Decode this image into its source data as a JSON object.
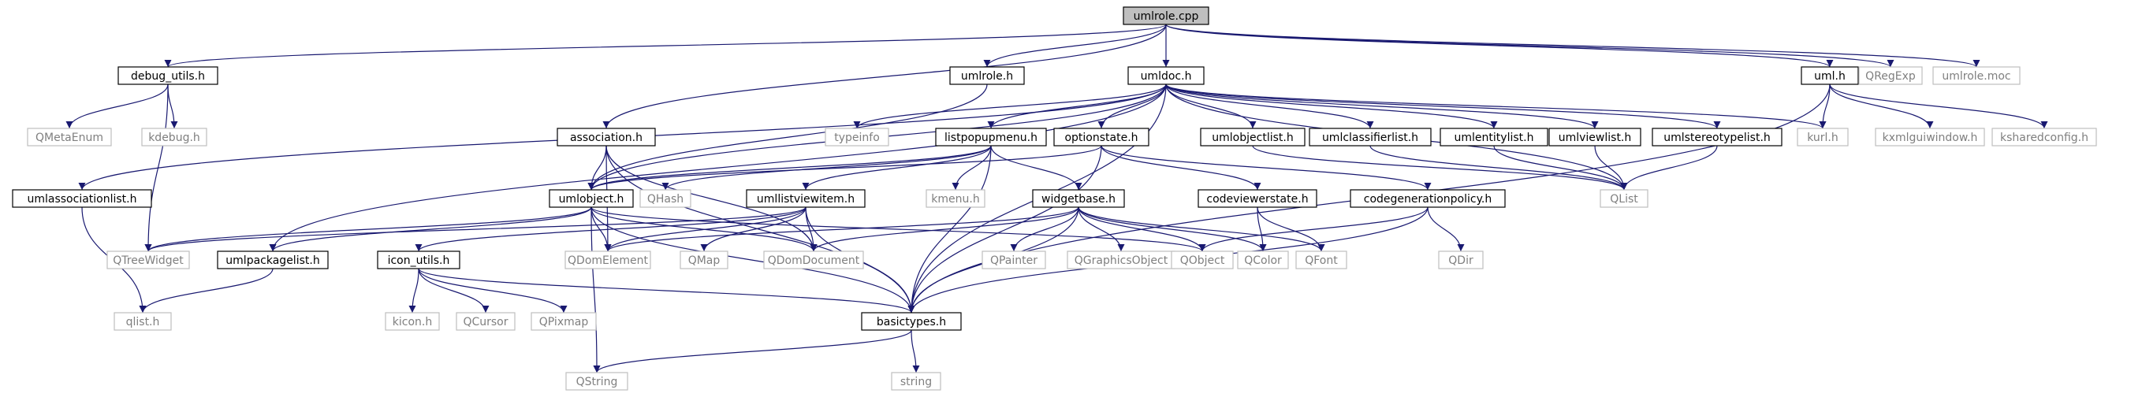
{
  "colors": {
    "edge": "#191970",
    "root_fill": "#bfbfbf",
    "local_border": "#000000",
    "external_border": "#bfbfbf",
    "external_text": "#7f7f7f"
  },
  "nodes": [
    {
      "id": "umlrole_cpp",
      "label": "umlrole.cpp",
      "kind": "root"
    },
    {
      "id": "debug_utils_h",
      "label": "debug_utils.h",
      "kind": "local"
    },
    {
      "id": "umlrole_h",
      "label": "umlrole.h",
      "kind": "local"
    },
    {
      "id": "umldoc_h",
      "label": "umldoc.h",
      "kind": "local"
    },
    {
      "id": "uml_h",
      "label": "uml.h",
      "kind": "local"
    },
    {
      "id": "qregexp",
      "label": "QRegExp",
      "kind": "external"
    },
    {
      "id": "umlrole_moc",
      "label": "umlrole.moc",
      "kind": "external"
    },
    {
      "id": "qmetaenum",
      "label": "QMetaEnum",
      "kind": "external"
    },
    {
      "id": "kdebug_h",
      "label": "kdebug.h",
      "kind": "external"
    },
    {
      "id": "typeinfo",
      "label": "typeinfo",
      "kind": "external"
    },
    {
      "id": "association_h",
      "label": "association.h",
      "kind": "local"
    },
    {
      "id": "listpopupmenu_h",
      "label": "listpopupmenu.h",
      "kind": "local"
    },
    {
      "id": "optionstate_h",
      "label": "optionstate.h",
      "kind": "local"
    },
    {
      "id": "umlobjectlist_h",
      "label": "umlobjectlist.h",
      "kind": "local"
    },
    {
      "id": "umlclassifierlist_h",
      "label": "umlclassifierlist.h",
      "kind": "local"
    },
    {
      "id": "umlentitylist_h",
      "label": "umlentitylist.h",
      "kind": "local"
    },
    {
      "id": "umlviewlist_h",
      "label": "umlviewlist.h",
      "kind": "local"
    },
    {
      "id": "umlstereotypelist_h",
      "label": "umlstereotypelist.h",
      "kind": "local"
    },
    {
      "id": "kurl_h",
      "label": "kurl.h",
      "kind": "external"
    },
    {
      "id": "kxmlguiwindow_h",
      "label": "kxmlguiwindow.h",
      "kind": "external"
    },
    {
      "id": "ksharedconfig_h",
      "label": "ksharedconfig.h",
      "kind": "external"
    },
    {
      "id": "umlassociationlist_h",
      "label": "umlassociationlist.h",
      "kind": "local"
    },
    {
      "id": "umlobject_h",
      "label": "umlobject.h",
      "kind": "local"
    },
    {
      "id": "qhash",
      "label": "QHash",
      "kind": "external"
    },
    {
      "id": "umllistviewitem_h",
      "label": "umllistviewitem.h",
      "kind": "local"
    },
    {
      "id": "kmenu_h",
      "label": "kmenu.h",
      "kind": "external"
    },
    {
      "id": "widgetbase_h",
      "label": "widgetbase.h",
      "kind": "local"
    },
    {
      "id": "codeviewerstate_h",
      "label": "codeviewerstate.h",
      "kind": "local"
    },
    {
      "id": "codegenerationpolicy_h",
      "label": "codegenerationpolicy.h",
      "kind": "local"
    },
    {
      "id": "qlist",
      "label": "QList",
      "kind": "external"
    },
    {
      "id": "qtreewidget",
      "label": "QTreeWidget",
      "kind": "external"
    },
    {
      "id": "umlpackagelist_h",
      "label": "umlpackagelist.h",
      "kind": "local"
    },
    {
      "id": "icon_utils_h",
      "label": "icon_utils.h",
      "kind": "local"
    },
    {
      "id": "qdomelement",
      "label": "QDomElement",
      "kind": "external"
    },
    {
      "id": "qmap",
      "label": "QMap",
      "kind": "external"
    },
    {
      "id": "qdomdocument",
      "label": "QDomDocument",
      "kind": "external"
    },
    {
      "id": "qpainter",
      "label": "QPainter",
      "kind": "external"
    },
    {
      "id": "qgraphicsobject",
      "label": "QGraphicsObject",
      "kind": "external"
    },
    {
      "id": "qobject",
      "label": "QObject",
      "kind": "external"
    },
    {
      "id": "qcolor",
      "label": "QColor",
      "kind": "external"
    },
    {
      "id": "qfont",
      "label": "QFont",
      "kind": "external"
    },
    {
      "id": "qdir",
      "label": "QDir",
      "kind": "external"
    },
    {
      "id": "qlist_h",
      "label": "qlist.h",
      "kind": "external"
    },
    {
      "id": "kicon_h",
      "label": "kicon.h",
      "kind": "external"
    },
    {
      "id": "qcursor",
      "label": "QCursor",
      "kind": "external"
    },
    {
      "id": "qpixmap",
      "label": "QPixmap",
      "kind": "external"
    },
    {
      "id": "basictypes_h",
      "label": "basictypes.h",
      "kind": "local"
    },
    {
      "id": "qstring",
      "label": "QString",
      "kind": "external"
    },
    {
      "id": "string",
      "label": "string",
      "kind": "external"
    }
  ],
  "edges": [
    [
      "umlrole_cpp",
      "debug_utils_h"
    ],
    [
      "umlrole_cpp",
      "umlrole_h"
    ],
    [
      "umlrole_cpp",
      "umldoc_h"
    ],
    [
      "umlrole_cpp",
      "uml_h"
    ],
    [
      "umlrole_cpp",
      "qregexp"
    ],
    [
      "umlrole_cpp",
      "umlrole_moc"
    ],
    [
      "umlrole_cpp",
      "association_h"
    ],
    [
      "debug_utils_h",
      "qmetaenum"
    ],
    [
      "debug_utils_h",
      "kdebug_h"
    ],
    [
      "debug_utils_h",
      "qtreewidget"
    ],
    [
      "umlrole_h",
      "umlobject_h"
    ],
    [
      "umldoc_h",
      "typeinfo"
    ],
    [
      "umldoc_h",
      "listpopupmenu_h"
    ],
    [
      "umldoc_h",
      "optionstate_h"
    ],
    [
      "umldoc_h",
      "umlobjectlist_h"
    ],
    [
      "umldoc_h",
      "umlclassifierlist_h"
    ],
    [
      "umldoc_h",
      "umlentitylist_h"
    ],
    [
      "umldoc_h",
      "umlviewlist_h"
    ],
    [
      "umldoc_h",
      "umlstereotypelist_h"
    ],
    [
      "umldoc_h",
      "kurl_h"
    ],
    [
      "umldoc_h",
      "umlassociationlist_h"
    ],
    [
      "umldoc_h",
      "umlpackagelist_h"
    ],
    [
      "umldoc_h",
      "umlobject_h"
    ],
    [
      "umldoc_h",
      "basictypes_h"
    ],
    [
      "umldoc_h",
      "qlist"
    ],
    [
      "uml_h",
      "kurl_h"
    ],
    [
      "uml_h",
      "kxmlguiwindow_h"
    ],
    [
      "uml_h",
      "ksharedconfig_h"
    ],
    [
      "uml_h",
      "basictypes_h"
    ],
    [
      "association_h",
      "umlobject_h"
    ],
    [
      "association_h",
      "qdomelement"
    ],
    [
      "association_h",
      "qdomdocument"
    ],
    [
      "association_h",
      "basictypes_h"
    ],
    [
      "listpopupmenu_h",
      "umlobject_h"
    ],
    [
      "listpopupmenu_h",
      "qhash"
    ],
    [
      "listpopupmenu_h",
      "umllistviewitem_h"
    ],
    [
      "listpopupmenu_h",
      "kmenu_h"
    ],
    [
      "listpopupmenu_h",
      "widgetbase_h"
    ],
    [
      "listpopupmenu_h",
      "basictypes_h"
    ],
    [
      "optionstate_h",
      "umlobject_h"
    ],
    [
      "optionstate_h",
      "codeviewerstate_h"
    ],
    [
      "optionstate_h",
      "codegenerationpolicy_h"
    ],
    [
      "optionstate_h",
      "basictypes_h"
    ],
    [
      "umlobjectlist_h",
      "qlist"
    ],
    [
      "umlclassifierlist_h",
      "qlist"
    ],
    [
      "umlentitylist_h",
      "qlist"
    ],
    [
      "umlviewlist_h",
      "qlist"
    ],
    [
      "umlstereotypelist_h",
      "qlist"
    ],
    [
      "umlassociationlist_h",
      "qlist_h"
    ],
    [
      "umlobject_h",
      "qtreewidget"
    ],
    [
      "umlobject_h",
      "umlpackagelist_h"
    ],
    [
      "umlobject_h",
      "qdomelement"
    ],
    [
      "umlobject_h",
      "qdomdocument"
    ],
    [
      "umlobject_h",
      "qobject"
    ],
    [
      "umlobject_h",
      "basictypes_h"
    ],
    [
      "umlobject_h",
      "qstring"
    ],
    [
      "umllistviewitem_h",
      "qtreewidget"
    ],
    [
      "umllistviewitem_h",
      "icon_utils_h"
    ],
    [
      "umllistviewitem_h",
      "qdomelement"
    ],
    [
      "umllistviewitem_h",
      "qmap"
    ],
    [
      "umllistviewitem_h",
      "qdomdocument"
    ],
    [
      "umllistviewitem_h",
      "basictypes_h"
    ],
    [
      "widgetbase_h",
      "qdomelement"
    ],
    [
      "widgetbase_h",
      "qdomdocument"
    ],
    [
      "widgetbase_h",
      "qpainter"
    ],
    [
      "widgetbase_h",
      "qgraphicsobject"
    ],
    [
      "widgetbase_h",
      "qobject"
    ],
    [
      "widgetbase_h",
      "qcolor"
    ],
    [
      "widgetbase_h",
      "qfont"
    ],
    [
      "widgetbase_h",
      "basictypes_h"
    ],
    [
      "codeviewerstate_h",
      "qcolor"
    ],
    [
      "codeviewerstate_h",
      "qfont"
    ],
    [
      "codegenerationpolicy_h",
      "qobject"
    ],
    [
      "codegenerationpolicy_h",
      "qdir"
    ],
    [
      "codegenerationpolicy_h",
      "basictypes_h"
    ],
    [
      "umlpackagelist_h",
      "qlist_h"
    ],
    [
      "icon_utils_h",
      "kicon_h"
    ],
    [
      "icon_utils_h",
      "qcursor"
    ],
    [
      "icon_utils_h",
      "qpixmap"
    ],
    [
      "icon_utils_h",
      "basictypes_h"
    ],
    [
      "basictypes_h",
      "qstring"
    ],
    [
      "basictypes_h",
      "string"
    ]
  ]
}
